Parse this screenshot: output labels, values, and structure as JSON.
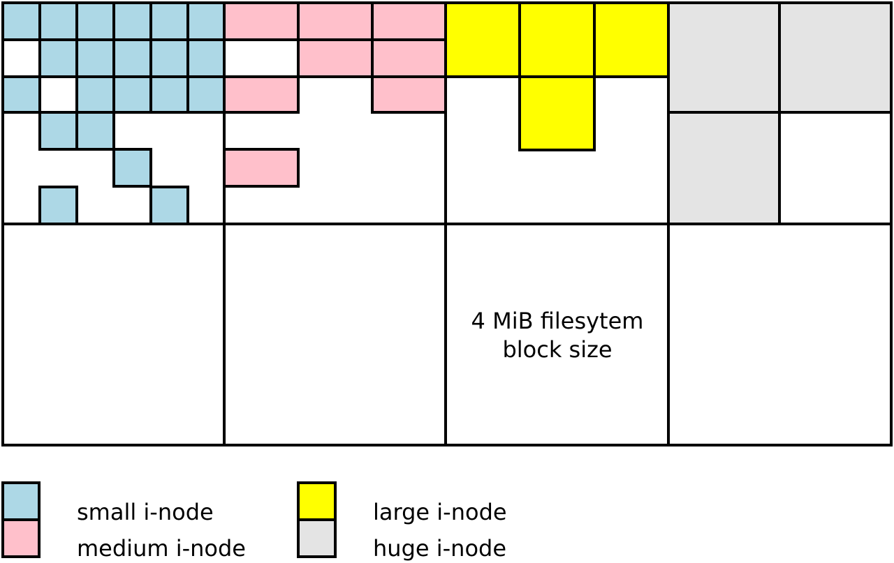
{
  "colors": {
    "small": "#add8e6",
    "medium": "#ffc0cb",
    "large": "#ffff00",
    "huge": "#e4e4e4",
    "border": "#000000",
    "background": "#ffffff"
  },
  "diagram": {
    "caption_line1": "4 MiB filesytem",
    "caption_line2": "block size"
  },
  "legend": {
    "small_label": "small i-node",
    "medium_label": "medium i-node",
    "large_label": "large i-node",
    "huge_label": "huge i-node"
  }
}
